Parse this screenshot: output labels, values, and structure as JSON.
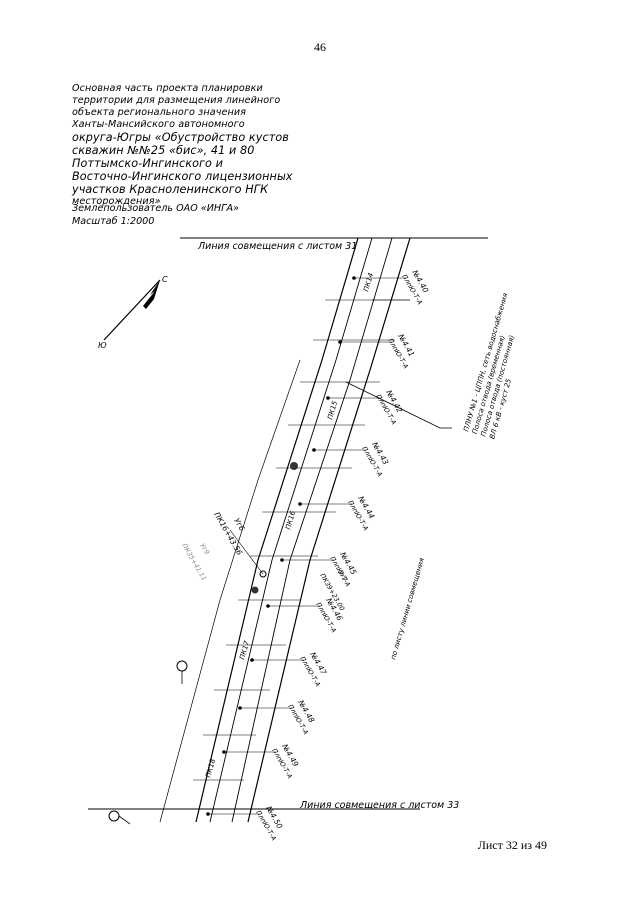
{
  "page_number": "46",
  "title_lines": [
    "Основная часть проекта планировки",
    "территории для размещения линейного",
    "объекта регионального значения",
    "Ханты-Мансийского автономного",
    "округа-Югры «Обустройство кустов",
    "скважин №№25 «бис», 41 и 80",
    "Поттымско-Ингинского и",
    "Восточно-Ингинского лицензионных",
    "участков Красноленинского НГК",
    "месторождения»"
  ],
  "owner": "Землепользователь ОАО «ИНГА»",
  "scale": "Масштаб 1:2000",
  "match_line_top": "Линия совмещения с листом 31",
  "match_line_bottom": "Линия совмещения с листом 33",
  "north_letter": "С",
  "south_letter": "Ю",
  "ugol_label": "Уг6",
  "ugol_pk": "ПК16+43.56",
  "point_ug9": "Уг9",
  "point_pk_left": "ПК35+41.11",
  "point_ug7": "Уг7",
  "point_pk_right": "ПК39+23.00",
  "station_labels": [
    "ПК14",
    "ПК15",
    "ПК16",
    "ПК17",
    "ПК18"
  ],
  "markers": [
    {
      "id": "№4.40",
      "sub": "ПлпЮ-Т-А"
    },
    {
      "id": "№4.41",
      "sub": "ПлпЮ-Т-А"
    },
    {
      "id": "№4.42",
      "sub": "ПлпЮ-Т-А"
    },
    {
      "id": "№4.43",
      "sub": "ПлпЮ-Т-А"
    },
    {
      "id": "№4.44",
      "sub": "ПлпЮ-Т-А"
    },
    {
      "id": "№4.45",
      "sub": "ПлпЮ-Т-А"
    },
    {
      "id": "№4.46",
      "sub": "ПлпЮ-Т-А"
    },
    {
      "id": "№4.47",
      "sub": "ПлпЮ-Т-А"
    },
    {
      "id": "№4.48",
      "sub": "ПлпЮ-Т-А"
    },
    {
      "id": "№4.49",
      "sub": "ПлпЮ-Т-А"
    },
    {
      "id": "№4.50",
      "sub": "ПлпЮ-Т-А"
    }
  ],
  "callout_lines": [
    "ПЛНУ №1 - ЦППН, сеть водоснабжения",
    "Полоса отвода (временная)",
    "Полоса отвода (постоянная)",
    "ВЛ 6 кВ - куст 25"
  ],
  "callout_rotated": "по листу линии совмещения",
  "footer": "Лист 32 из 49"
}
